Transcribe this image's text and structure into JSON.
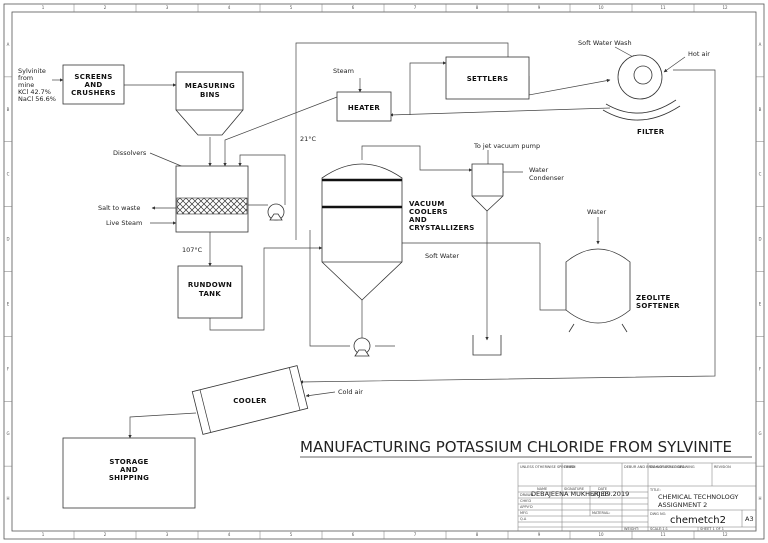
{
  "feed": {
    "line1": "Sylvinite",
    "line2": "from",
    "line3": "mine",
    "line4": "KCl 42.7%",
    "line5": "NaCl 56.6%"
  },
  "units": {
    "screens": [
      "SCREENS",
      "AND",
      "CRUSHERS"
    ],
    "measuring": [
      "MEASURING",
      "BINS"
    ],
    "heater": "HEATER",
    "settlers": "SETTLERS",
    "filter": "FILTER",
    "vacuum": [
      "VACUUM",
      "COOLERS",
      "AND",
      "CRYSTALLIZERS"
    ],
    "rundown": [
      "RUNDOWN",
      "TANK"
    ],
    "zeolite": [
      "ZEOLITE",
      "SOFTENER"
    ],
    "cooler": "COOLER",
    "storage": [
      "STORAGE",
      "AND",
      "SHIPPING"
    ]
  },
  "labels": {
    "steam": "Steam",
    "soft_water_wash": "Soft Water Wash",
    "hot_air": "Hot air",
    "temp_21": "21°C",
    "dissolvers": "Dissolvers",
    "to_jet_vacuum": "To jet vacuum pump",
    "water_condenser_1": "Water",
    "water_condenser_2": "Condenser",
    "salt_to_waste": "Salt to waste",
    "live_steam": "Live Steam",
    "water": "Water",
    "temp_107": "107°C",
    "soft_water": "Soft Water",
    "cold_air": "Cold air"
  },
  "title": "MANUFACTURING POTASSIUM CHLORIDE FROM SYLVINITE",
  "title_block": {
    "name": "DEBAJEENA MUKHERJEE",
    "date": "20.09.2019",
    "project_1": "CHEMICAL TECHNOLOGY",
    "project_2": "ASSIGNMENT 2",
    "drawing_no": "chemetch2",
    "size": "A3",
    "fine_a": "UNLESS OTHERWISE SPECIFIED",
    "fine_b": "FINISH",
    "fine_c": "DEBUR AND BREAK SHARP EDGES",
    "fine_d": "DO NOT SCALE DRAWING",
    "fine_e": "REVISION",
    "fine_f": "NAME",
    "fine_g": "SIGNATURE",
    "fine_h": "DATE",
    "fine_i": "TITLE:",
    "fine_j": "DWG NO.",
    "fine_k": "MATERIAL:",
    "fine_l": "WEIGHT:",
    "fine_m": "SCALE:1:1",
    "fine_n": "SHEET 1 OF 1",
    "fine_o": "DRAWN",
    "fine_p": "CHK'D",
    "fine_q": "APPV'D",
    "fine_r": "MFG",
    "fine_s": "Q.A"
  },
  "border": {
    "cols": [
      "1",
      "2",
      "3",
      "4",
      "5",
      "6",
      "7",
      "8",
      "9",
      "10",
      "11",
      "12"
    ],
    "rows": [
      "A",
      "B",
      "C",
      "D",
      "E",
      "F",
      "G",
      "H"
    ]
  }
}
